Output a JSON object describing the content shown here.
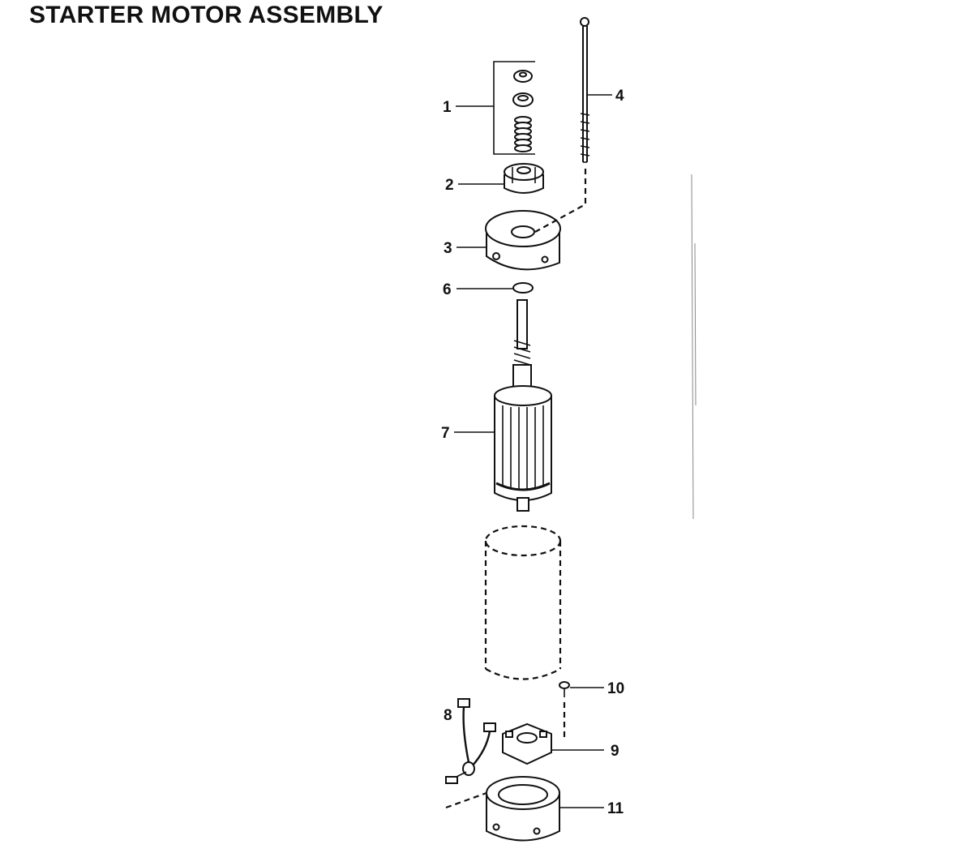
{
  "title": "STARTER MOTOR ASSEMBLY",
  "callouts": {
    "c1": "1",
    "c2": "2",
    "c3": "3",
    "c4": "4",
    "c6": "6",
    "c7": "7",
    "c8": "8",
    "c9": "9",
    "c10": "10",
    "c11": "11"
  }
}
